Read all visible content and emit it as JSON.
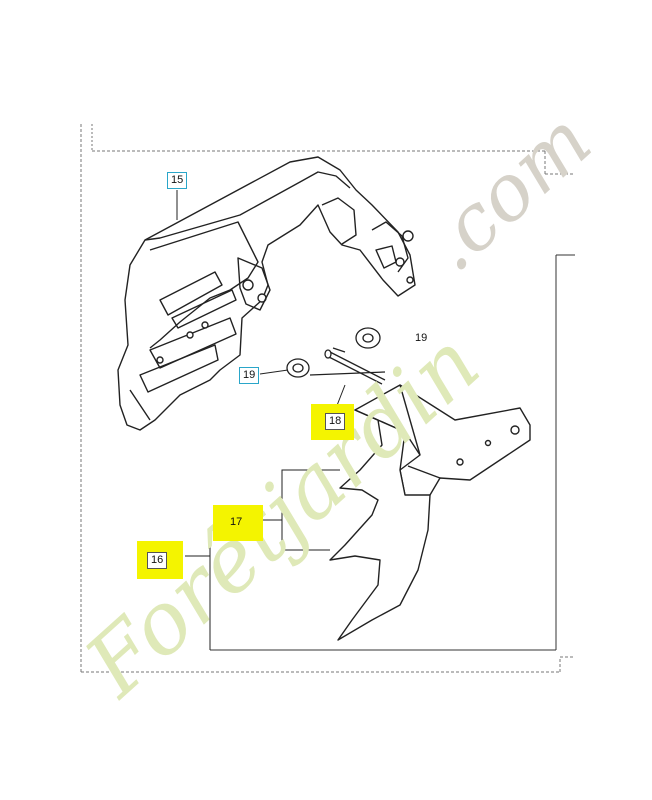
{
  "parts": [
    {
      "id": "p15",
      "label": "15",
      "highlighted": false
    },
    {
      "id": "p16",
      "label": "16",
      "highlighted": true
    },
    {
      "id": "p17",
      "label": "17",
      "highlighted": true
    },
    {
      "id": "p18",
      "label": "18",
      "highlighted": true
    },
    {
      "id": "p19a",
      "label": "19",
      "highlighted": false
    },
    {
      "id": "p19b",
      "label": "19",
      "highlighted": false
    }
  ],
  "watermark": {
    "text_left": "Forêtjardin",
    "text_right": ".com",
    "left_color": "#dfe9b8",
    "right_color": "#d6d2c9"
  },
  "colors": {
    "line": "#222222",
    "frame": "#555555",
    "highlight": "#f4f400",
    "callout_border": "#2aa6c9"
  }
}
